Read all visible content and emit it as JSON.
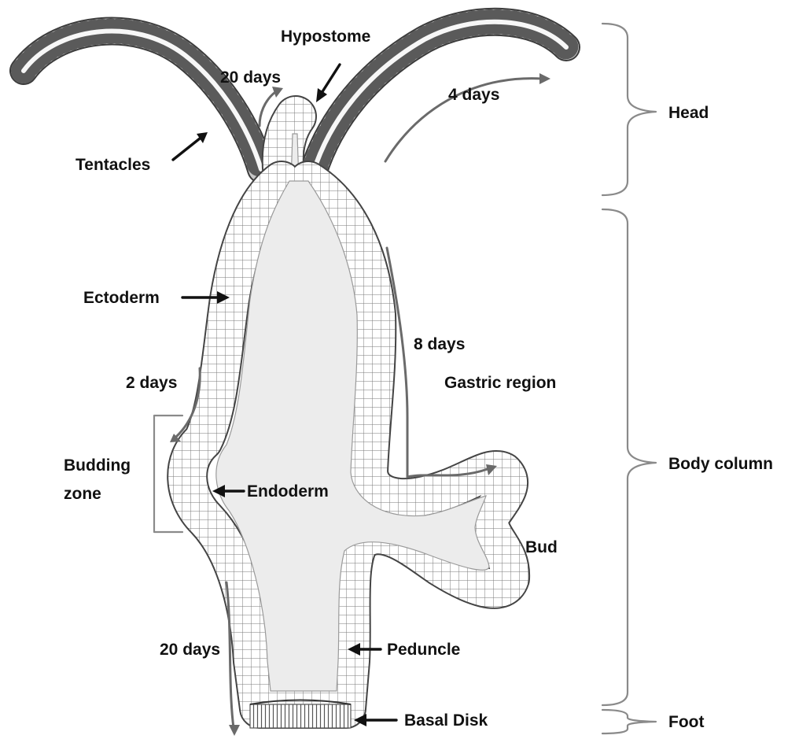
{
  "labels": {
    "hypostome": "Hypostome",
    "tentacles": "Tentacles",
    "ectoderm": "Ectoderm",
    "endoderm": "Endoderm",
    "budding_zone_line1": "Budding",
    "budding_zone_line2": "zone",
    "gastric_region": "Gastric region",
    "bud": "Bud",
    "peduncle": "Peduncle",
    "basal_disk": "Basal Disk"
  },
  "regions": {
    "head": "Head",
    "body_column": "Body column",
    "foot": "Foot"
  },
  "durations": {
    "hypostome": "20 days",
    "tentacles": "4 days",
    "gastric": "8 days",
    "budding": "2 days",
    "peduncle": "20 days"
  }
}
